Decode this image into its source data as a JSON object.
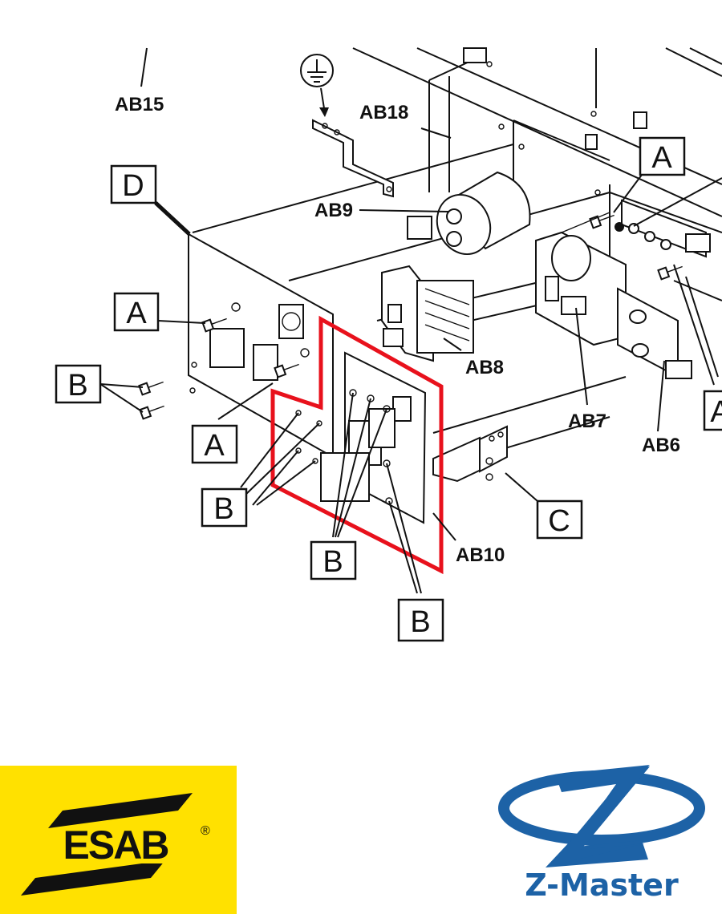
{
  "labels": {
    "ab15": "AB15",
    "ab18": "AB18",
    "ab9": "AB9",
    "ab8": "AB8",
    "ab7": "AB7",
    "ab6": "AB6",
    "ab10": "AB10"
  },
  "callouts": {
    "d": "D",
    "a_top_right": "A",
    "a_left": "A",
    "b_left": "B",
    "a_center": "A",
    "b_center_left": "B",
    "c": "C",
    "b_bottom_center": "B",
    "b_bottom_right": "B",
    "a_right_edge": "A"
  },
  "logos": {
    "esab": "ESAB",
    "esab_mark": "®",
    "zmaster": "Z-Master"
  },
  "colors": {
    "highlight": "#e8111c",
    "esab_yellow": "#ffe100",
    "zmaster_blue": "#1d62a6"
  },
  "icons": {
    "ground": "ground-icon"
  }
}
